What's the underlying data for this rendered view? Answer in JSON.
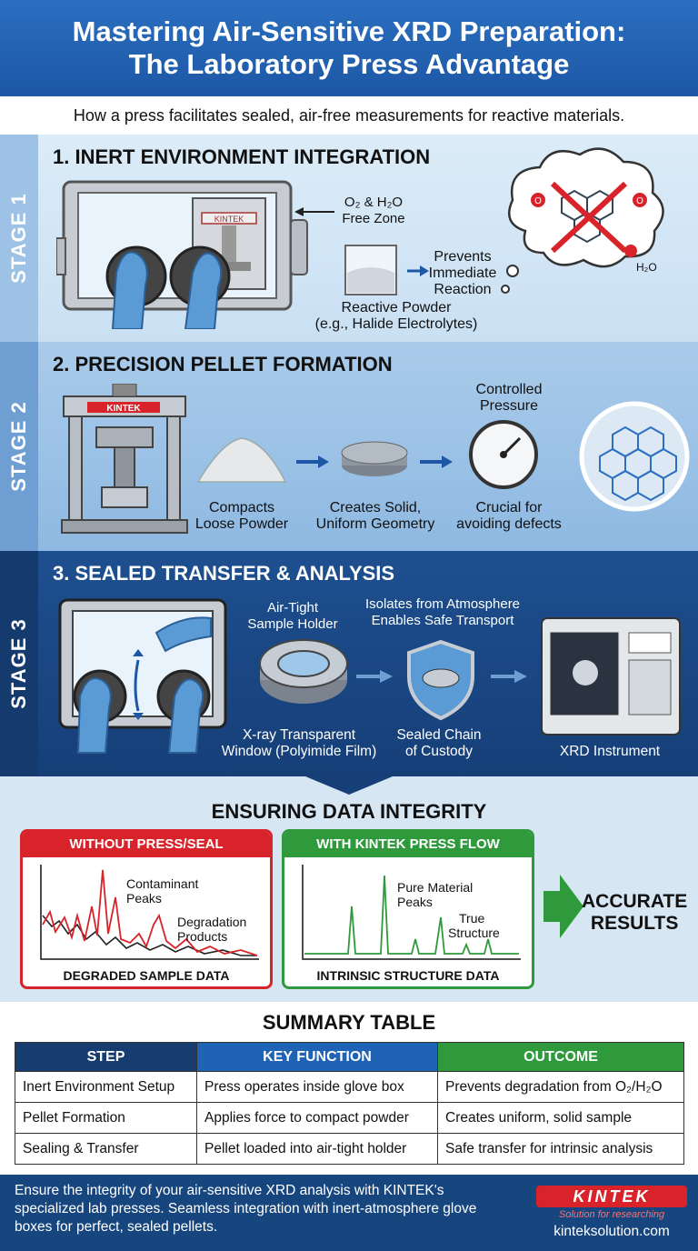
{
  "header": {
    "title_line1": "Mastering Air-Sensitive XRD Preparation:",
    "title_line2": "The Laboratory Press Advantage"
  },
  "subtitle": "How a press facilitates sealed, air-free measurements for reactive materials.",
  "stage1": {
    "tab": "STAGE 1",
    "title": "1. INERT ENVIRONMENT INTEGRATION",
    "free_zone_l1": "O₂ & H₂O",
    "free_zone_l2": "Free Zone",
    "prevents_l1": "Prevents",
    "prevents_l2": "Immediate",
    "prevents_l3": "Reaction",
    "powder_l1": "Reactive Powder",
    "powder_l2": "(e.g., Halide Electrolytes)",
    "press_plate": "KINTEK",
    "bubble_o": "O",
    "bubble_h2o": "H₂O"
  },
  "stage2": {
    "tab": "STAGE 2",
    "title": "2. PRECISION PELLET FORMATION",
    "press_plate": "KINTEK",
    "compacts_l1": "Compacts",
    "compacts_l2": "Loose Powder",
    "creates_l1": "Creates Solid,",
    "creates_l2": "Uniform Geometry",
    "controlled_l1": "Controlled",
    "controlled_l2": "Pressure",
    "crucial_l1": "Crucial for",
    "crucial_l2": "avoiding defects"
  },
  "stage3": {
    "tab": "STAGE 3",
    "title": "3. SEALED TRANSFER & ANALYSIS",
    "holder_l1": "Air-Tight",
    "holder_l2": "Sample Holder",
    "isolates_l1": "Isolates from Atmosphere",
    "isolates_l2": "Enables Safe Transport",
    "window_l1": "X-ray Transparent",
    "window_l2": "Window (Polyimide Film)",
    "sealed_l1": "Sealed Chain",
    "sealed_l2": "of Custody",
    "xrd": "XRD Instrument"
  },
  "integrity": {
    "title": "ENSURING DATA INTEGRITY",
    "left": {
      "header": "WITHOUT PRESS/SEAL",
      "note1_l1": "Contaminant",
      "note1_l2": "Peaks",
      "note2_l1": "Degradation",
      "note2_l2": "Products",
      "footer": "DEGRADED SAMPLE DATA"
    },
    "right": {
      "header": "WITH KINTEK PRESS FLOW",
      "note1_l1": "Pure Material",
      "note1_l2": "Peaks",
      "note2_l1": "True",
      "note2_l2": "Structure",
      "footer": "INTRINSIC STRUCTURE DATA"
    },
    "result_l1": "ACCURATE",
    "result_l2": "RESULTS"
  },
  "summary": {
    "title": "SUMMARY TABLE",
    "headers": [
      "STEP",
      "KEY FUNCTION",
      "OUTCOME"
    ],
    "header_colors": [
      "#173d70",
      "#1f63b5",
      "#2f9a3c"
    ],
    "rows": [
      [
        "Inert Environment Setup",
        "Press operates inside glove box",
        "Prevents degradation from O₂/H₂O"
      ],
      [
        "Pellet Formation",
        "Applies force to compact powder",
        "Creates uniform, solid sample"
      ],
      [
        "Sealing & Transfer",
        "Pellet loaded into air-tight holder",
        "Safe transfer for intrinsic analysis"
      ]
    ]
  },
  "footer": {
    "text": "Ensure the integrity of your air-sensitive XRD analysis with KINTEK's specialized lab presses. Seamless integration with inert-atmosphere glove boxes for perfect, sealed pellets.",
    "logo": "KINTEK",
    "tagline": "Solution for researching",
    "website": "kinteksolution.com"
  },
  "colors": {
    "blue": "#1d57a6",
    "red": "#d8232a",
    "green": "#2f9a3c",
    "glove": "#5b9bd5"
  }
}
